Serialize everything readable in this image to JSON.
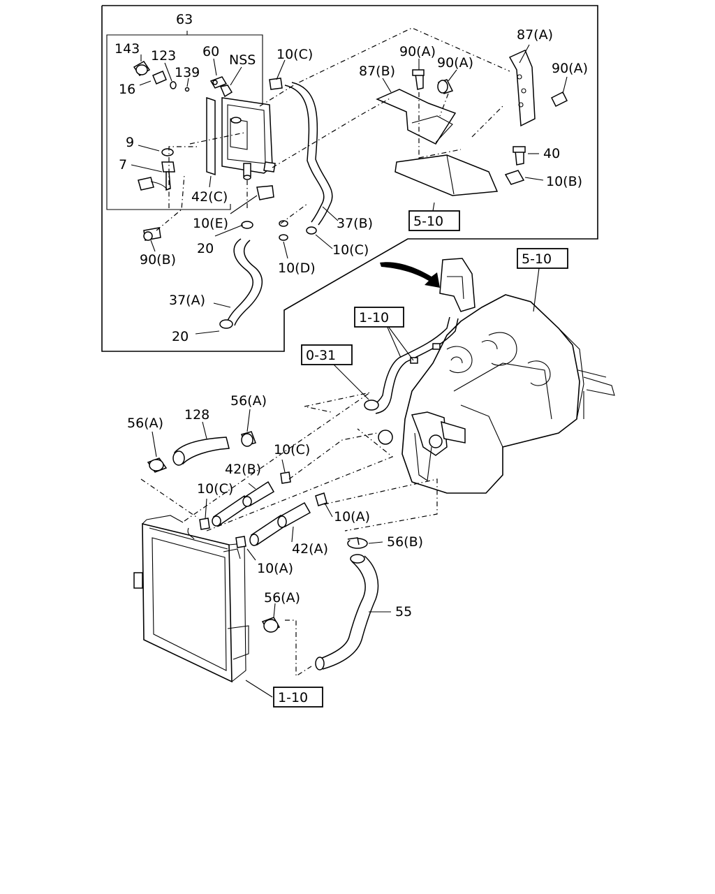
{
  "labels": {
    "l63": "63",
    "l143": "143",
    "l123": "123",
    "l139": "139",
    "l60": "60",
    "lNSS": "NSS",
    "l10C_top": "10(C)",
    "l16": "16",
    "l9": "9",
    "l7": "7",
    "l42C": "42(C)",
    "l10E": "10(E)",
    "l90B": "90(B)",
    "l20_top": "20",
    "l37A": "37(A)",
    "l20_bot": "20",
    "l10D": "10(D)",
    "l37B": "37(B)",
    "l10C_mid": "10(C)",
    "l87A": "87(A)",
    "l90A_1": "90(A)",
    "l90A_2": "90(A)",
    "l87B": "87(B)",
    "l90A_3": "90(A)",
    "l40": "40",
    "l10B": "10(B)",
    "l56A_1": "56(A)",
    "l128": "128",
    "l56A_2": "56(A)",
    "l10C_low": "10(C)",
    "l42B": "42(B)",
    "l10C_rad": "10(C)",
    "l10A_1": "10(A)",
    "l42A": "42(A)",
    "l56B": "56(B)",
    "l10A_2": "10(A)",
    "l56A_3": "56(A)",
    "l55": "55"
  },
  "refs": {
    "r510_inset": "5-10",
    "r510_engine": "5-10",
    "r110_top": "1-10",
    "r031": "0-31",
    "r110_bottom": "1-10"
  },
  "colors": {
    "line": "#000000",
    "background": "#ffffff"
  }
}
